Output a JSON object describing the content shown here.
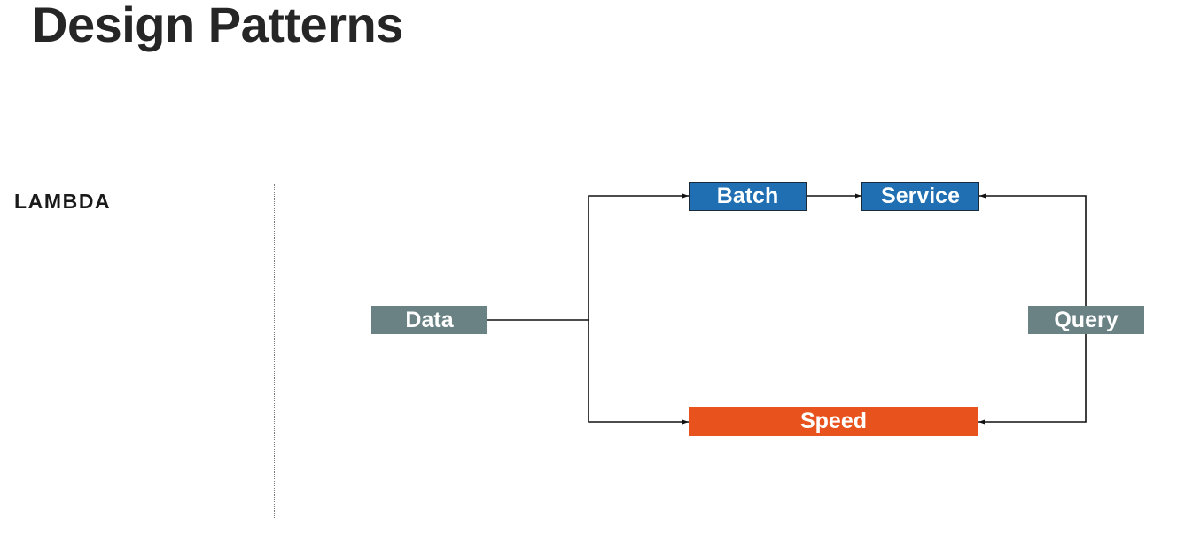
{
  "slide": {
    "title": "Design Patterns",
    "section_label": "LAMBDA"
  },
  "diagram": {
    "nodes": {
      "data": "Data",
      "batch": "Batch",
      "service": "Service",
      "speed": "Speed",
      "query": "Query"
    },
    "colors": {
      "data_query_fill": "#6b8285",
      "batch_service_fill": "#1f6fb2",
      "speed_fill": "#e8521c",
      "connector": "#111111"
    }
  }
}
